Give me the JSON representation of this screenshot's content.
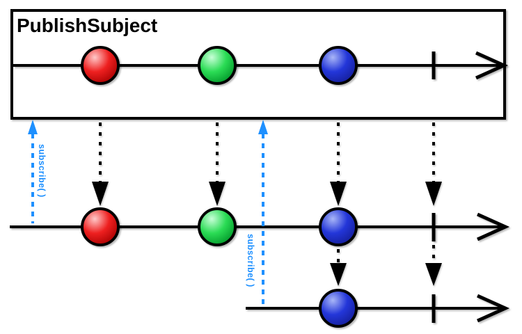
{
  "diagram": {
    "type": "rx-marble-diagram",
    "source": {
      "label": "PublishSubject",
      "events": [
        "red",
        "green",
        "blue",
        "complete"
      ]
    },
    "subscribers": [
      {
        "name": "first-subscriber",
        "subscribe_label": "subscribe( )",
        "subscribes_at": "before first emission",
        "received_events": [
          "red",
          "green",
          "blue",
          "complete"
        ]
      },
      {
        "name": "second-subscriber",
        "subscribe_label": "subscribe( )",
        "subscribes_at": "after green emission",
        "received_events": [
          "blue",
          "complete"
        ]
      }
    ]
  },
  "colors": {
    "outline": "#000000",
    "subscribe_blue": "#1E90FF",
    "marble_red": {
      "highlight": "#FFC9C9",
      "base": "#EE2020",
      "edge": "#A50000"
    },
    "marble_green": {
      "highlight": "#C8FFD8",
      "base": "#2BDC55",
      "edge": "#009428"
    },
    "marble_blue": {
      "highlight": "#A9B6F7",
      "base": "#2336D9",
      "edge": "#141D96"
    }
  }
}
